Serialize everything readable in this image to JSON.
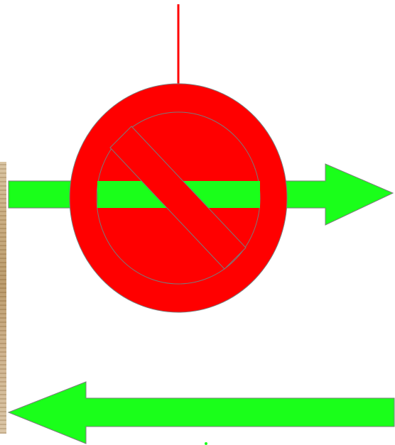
{
  "colors": {
    "background": "#ffffff",
    "prohibition_red": "#ff0000",
    "arrow_green": "#1aff1a",
    "outline_gray": "#7a7a7a",
    "photo_strip": "#c9ac80"
  },
  "icons": {
    "prohibition": "no-entry-sign",
    "top_arrow": "arrow-right",
    "bottom_arrow": "arrow-left"
  }
}
